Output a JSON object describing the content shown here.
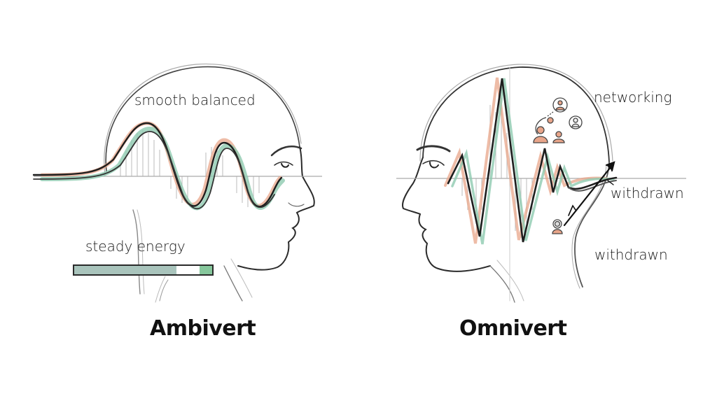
{
  "diagram": {
    "left_panel": {
      "title": "Ambivert",
      "wave_label": "smooth balanced",
      "energy_label": "steady energy",
      "energy_bar": {
        "fill_percent": 74,
        "accent_percent": 8,
        "fill_color": "#a9c4bc",
        "accent_color": "#86c79c"
      }
    },
    "right_panel": {
      "title": "Omnivert",
      "labels": {
        "networking": "networking",
        "withdrawn_upper": "withdrawn",
        "withdrawn_lower": "withdrawn"
      }
    },
    "colors": {
      "stroke": "#1e1e1e",
      "sketch": "#9a9a9a",
      "peach": "#e8a58a",
      "mint": "#8fcab0"
    }
  }
}
